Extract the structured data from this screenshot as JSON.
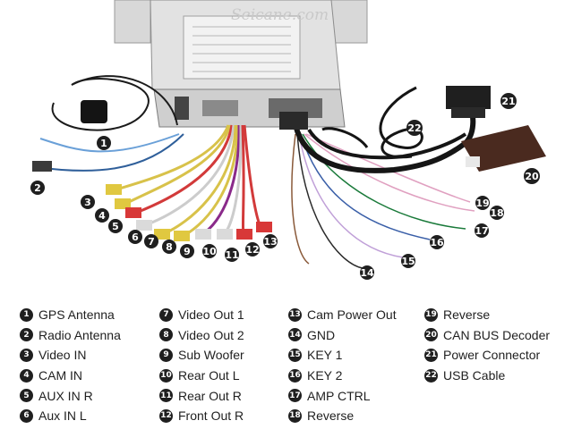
{
  "watermark": "Seicane.com",
  "legend": [
    {
      "n": "1",
      "label": "GPS Antenna"
    },
    {
      "n": "2",
      "label": "Radio Antenna"
    },
    {
      "n": "3",
      "label": "Video IN"
    },
    {
      "n": "4",
      "label": "CAM IN"
    },
    {
      "n": "5",
      "label": "AUX IN R"
    },
    {
      "n": "6",
      "label": "Aux IN L"
    },
    {
      "n": "7",
      "label": "Video Out 1"
    },
    {
      "n": "8",
      "label": "Video Out 2"
    },
    {
      "n": "9",
      "label": "Sub Woofer"
    },
    {
      "n": "10",
      "label": "Rear Out L"
    },
    {
      "n": "11",
      "label": "Rear Out R"
    },
    {
      "n": "12",
      "label": "Front Out R"
    },
    {
      "n": "13",
      "label": "Cam Power Out"
    },
    {
      "n": "14",
      "label": "GND"
    },
    {
      "n": "15",
      "label": "KEY 1"
    },
    {
      "n": "16",
      "label": "KEY 2"
    },
    {
      "n": "17",
      "label": "AMP CTRL"
    },
    {
      "n": "18",
      "label": "Reverse"
    },
    {
      "n": "19",
      "label": "Reverse"
    },
    {
      "n": "20",
      "label": "CAN BUS Decoder"
    },
    {
      "n": "21",
      "label": "Power Connector"
    },
    {
      "n": "22",
      "label": "USB Cable"
    }
  ]
}
